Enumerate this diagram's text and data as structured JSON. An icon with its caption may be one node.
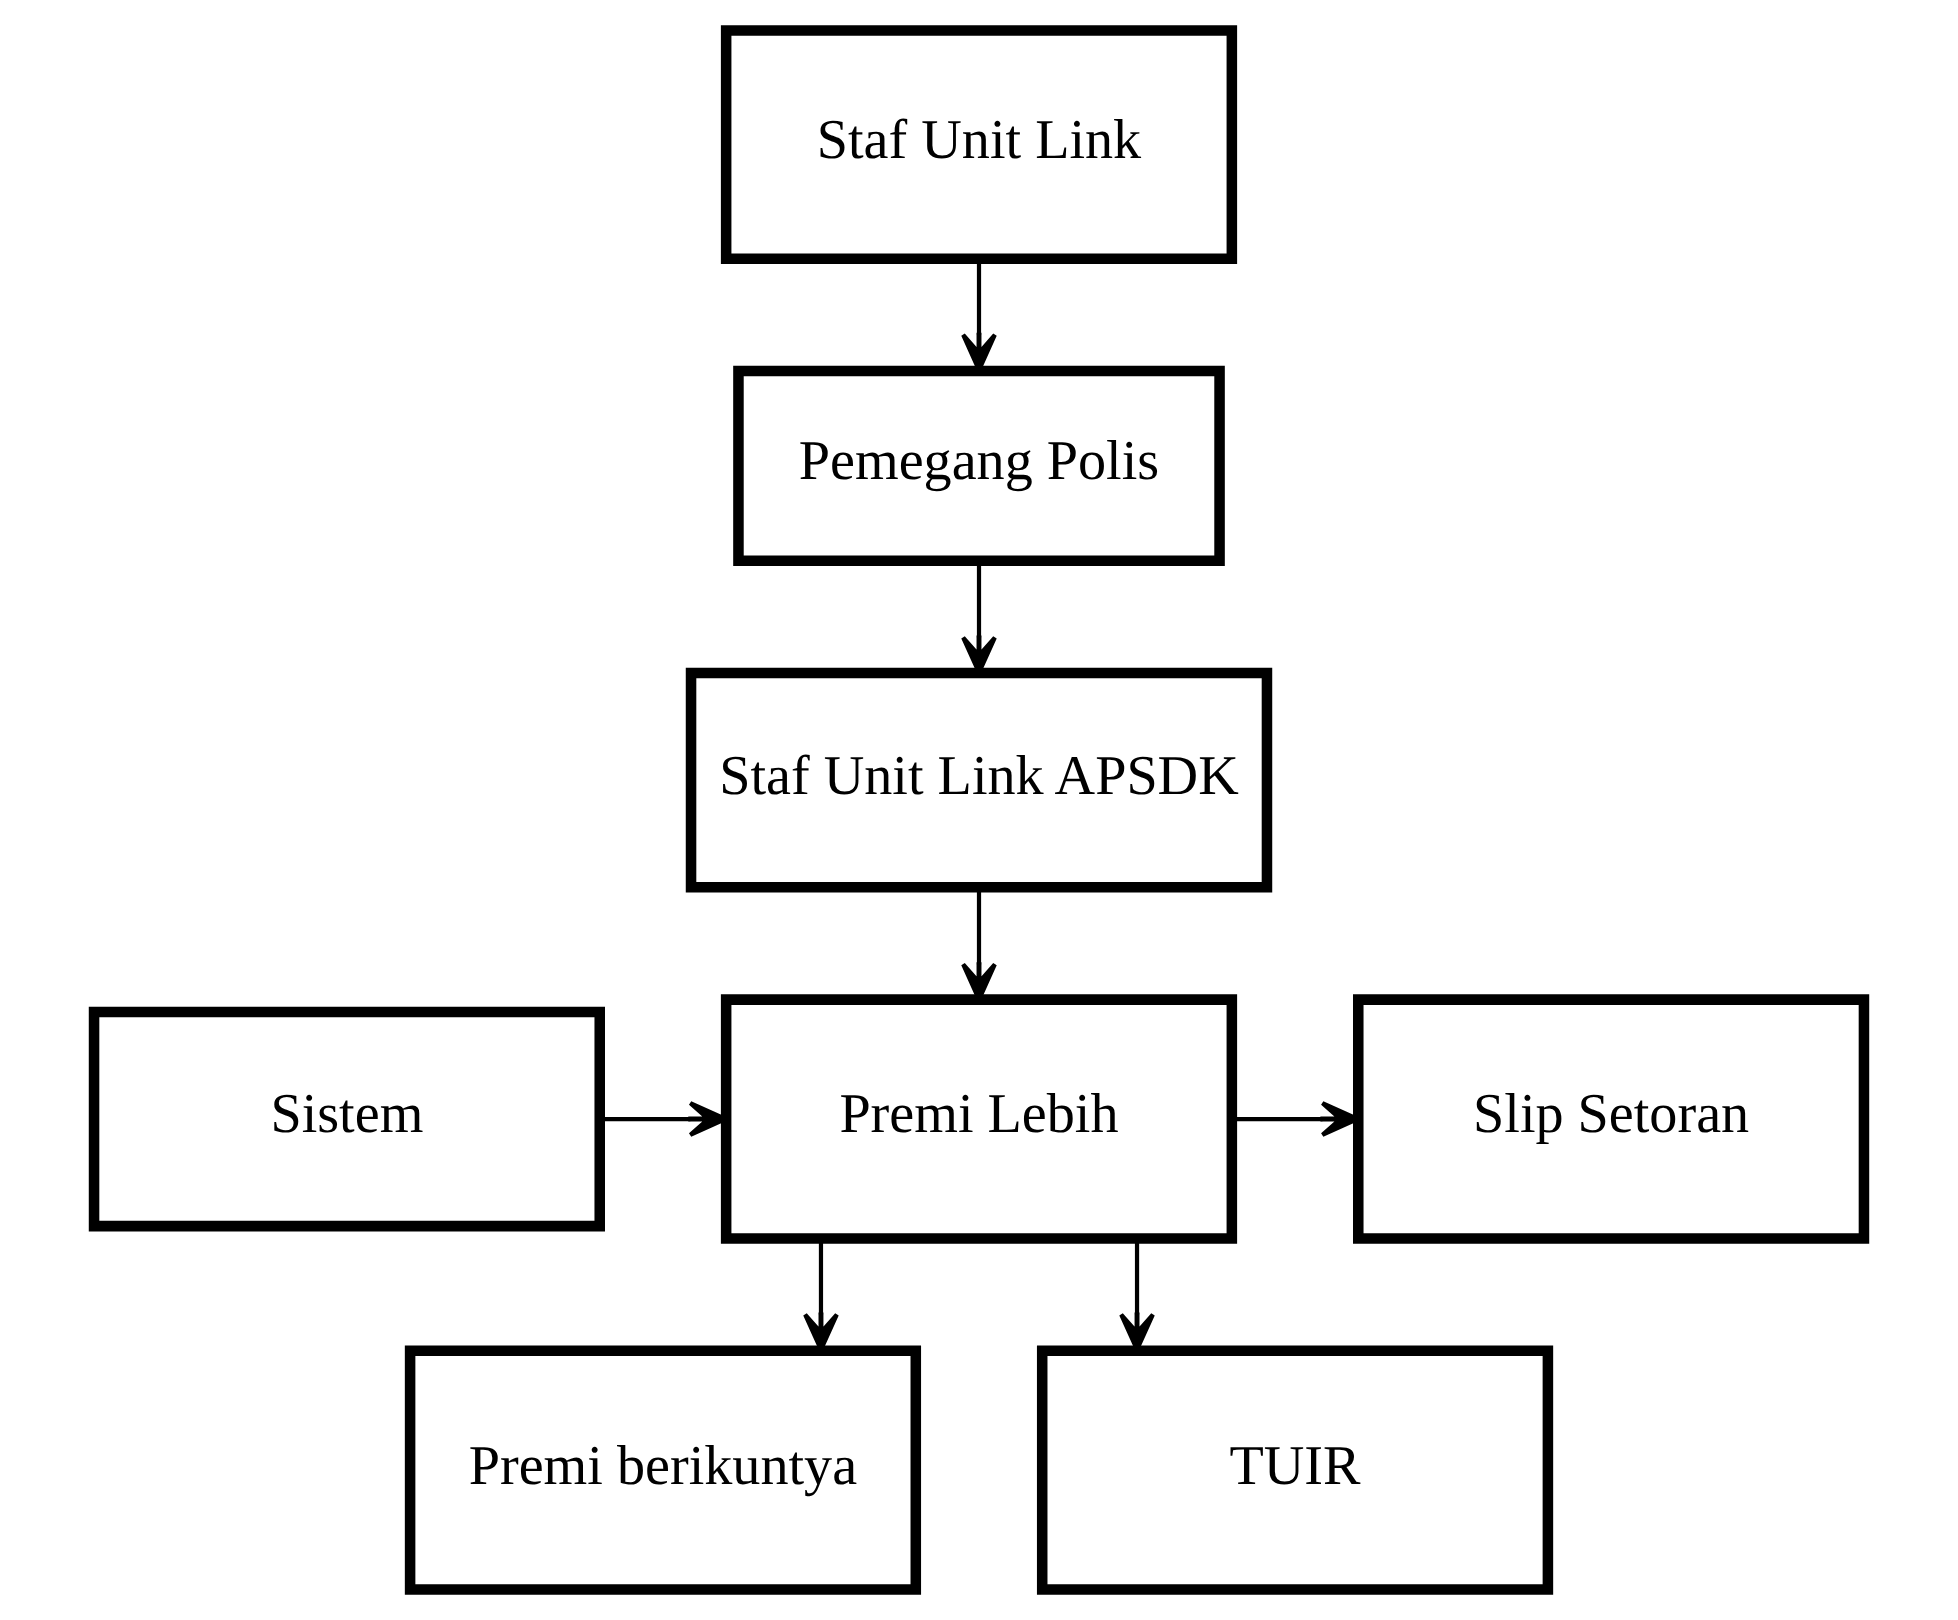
{
  "diagram": {
    "nodes": [
      {
        "text": [
          "Staf Unit Link"
        ]
      },
      {
        "text": [
          "Pemegang Polis"
        ]
      },
      {
        "text": [
          "Staf Unit Link APSDK"
        ]
      },
      {
        "text": [
          "Sistem"
        ]
      },
      {
        "text": [
          "Premi Lebih"
        ]
      },
      {
        "text": [
          "Slip Setoran"
        ]
      },
      {
        "text": [
          "Premi berikuntya"
        ]
      },
      {
        "text": [
          "TUIR"
        ]
      }
    ],
    "edges": [
      {
        "from": 0,
        "to": 1,
        "arrow": "to"
      },
      {
        "from": 1,
        "to": 2,
        "arrow": "to"
      },
      {
        "from": 2,
        "to": 4,
        "arrow": "to"
      },
      {
        "from": 3,
        "to": 4,
        "arrow": "to"
      },
      {
        "from": 4,
        "to": 5,
        "arrow": "to"
      },
      {
        "from": 4,
        "to": 6,
        "arrow": "to"
      },
      {
        "from": 4,
        "to": 7,
        "arrow": "to"
      }
    ]
  }
}
